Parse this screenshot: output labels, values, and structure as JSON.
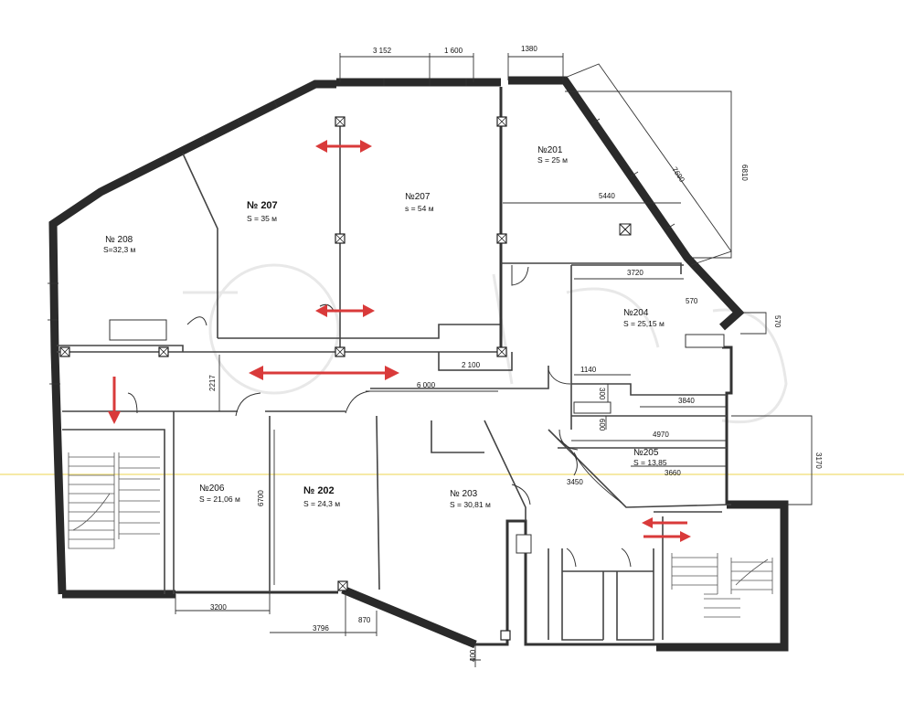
{
  "rooms": [
    {
      "id": "208",
      "name": "№ 208",
      "area": "S=32,3 м"
    },
    {
      "id": "207a",
      "name": "№ 207",
      "area": "S = 35 м"
    },
    {
      "id": "207b",
      "name": "№207",
      "area": "s = 54 м"
    },
    {
      "id": "201",
      "name": "№201",
      "area": "S = 25 м"
    },
    {
      "id": "204",
      "name": "№204",
      "area": "S = 25,15 м"
    },
    {
      "id": "205",
      "name": "№205",
      "area": "S = 13,85"
    },
    {
      "id": "206",
      "name": "№206",
      "area": "S = 21,06 м"
    },
    {
      "id": "202",
      "name": "№ 202",
      "area": "S = 24,3 м"
    },
    {
      "id": "203",
      "name": "№ 203",
      "area": "S = 30,81 м"
    }
  ],
  "dimensions": [
    "3 152",
    "1 600",
    "1380",
    "7690",
    "6810",
    "5440",
    "3720",
    "570",
    "570",
    "2217",
    "2 100",
    "6 000",
    "1140",
    "300",
    "3840",
    "600",
    "4970",
    "3170",
    "3450",
    "3660",
    "6700",
    "3200",
    "3796",
    "870",
    "400"
  ],
  "arrows": [
    {
      "id": "arrow-top",
      "direction": "horizontal-double",
      "color": "#d93a3a"
    },
    {
      "id": "arrow-mid",
      "direction": "horizontal-double",
      "color": "#d93a3a"
    },
    {
      "id": "arrow-corridor",
      "direction": "horizontal-double",
      "color": "#d93a3a"
    },
    {
      "id": "arrow-right",
      "direction": "horizontal-double-offset",
      "color": "#d93a3a"
    },
    {
      "id": "arrow-down",
      "direction": "down",
      "color": "#d93a3a"
    }
  ]
}
